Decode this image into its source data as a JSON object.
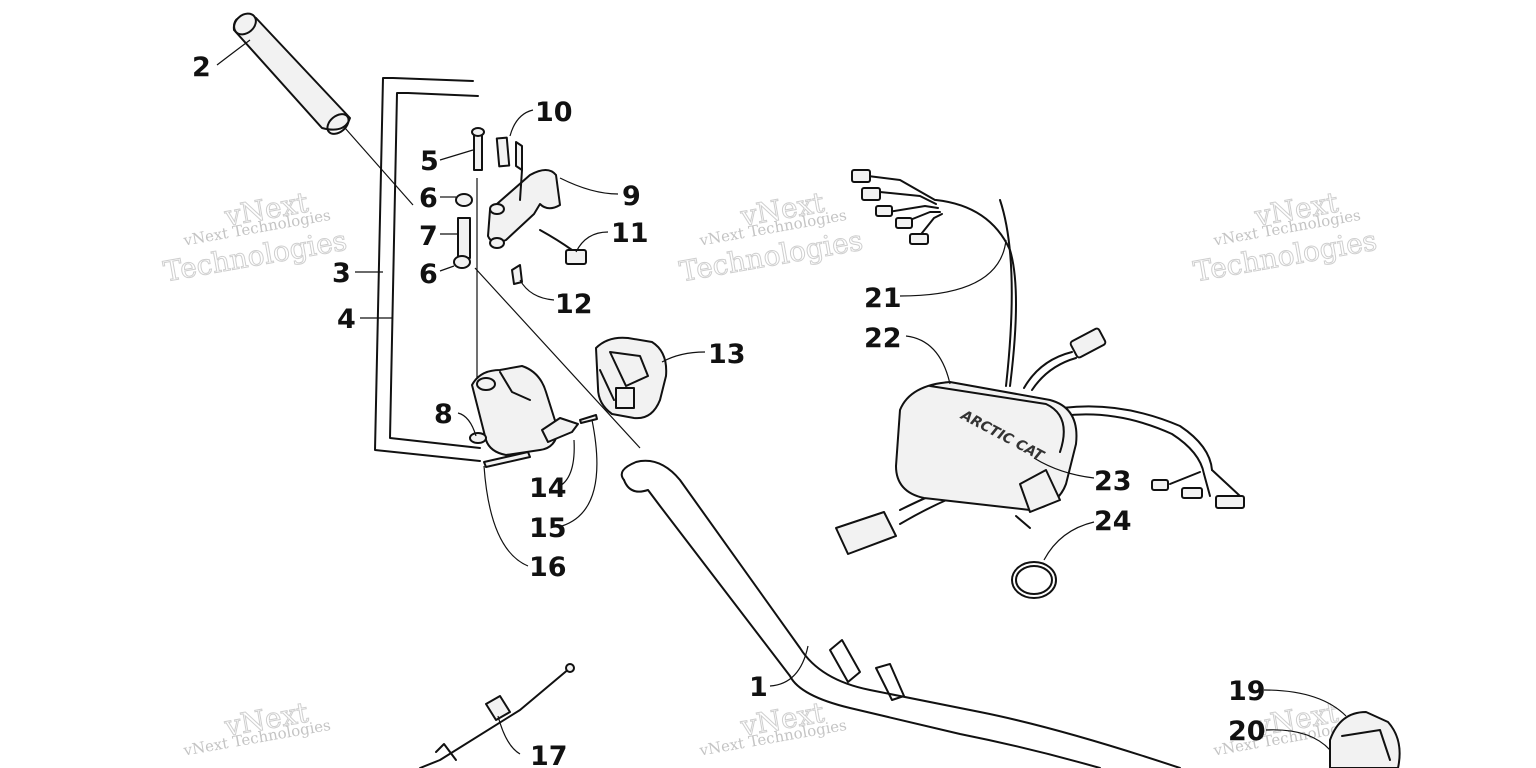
{
  "watermark": {
    "line1": "vNext Technologies",
    "line2": "vNext",
    "line3": "Technologies"
  },
  "callouts": [
    {
      "id": "1",
      "label": "1"
    },
    {
      "id": "2",
      "label": "2"
    },
    {
      "id": "3",
      "label": "3"
    },
    {
      "id": "4",
      "label": "4"
    },
    {
      "id": "5",
      "label": "5"
    },
    {
      "id": "6a",
      "label": "6"
    },
    {
      "id": "6b",
      "label": "6"
    },
    {
      "id": "7",
      "label": "7"
    },
    {
      "id": "8",
      "label": "8"
    },
    {
      "id": "9",
      "label": "9"
    },
    {
      "id": "10",
      "label": "10"
    },
    {
      "id": "11",
      "label": "11"
    },
    {
      "id": "12",
      "label": "12"
    },
    {
      "id": "13",
      "label": "13"
    },
    {
      "id": "14",
      "label": "14"
    },
    {
      "id": "15",
      "label": "15"
    },
    {
      "id": "16",
      "label": "16"
    },
    {
      "id": "17",
      "label": "17"
    },
    {
      "id": "19",
      "label": "19"
    },
    {
      "id": "20",
      "label": "20"
    },
    {
      "id": "21",
      "label": "21"
    },
    {
      "id": "22",
      "label": "22"
    },
    {
      "id": "23",
      "label": "23"
    },
    {
      "id": "24",
      "label": "24"
    }
  ],
  "logo_text": "ARCTIC CAT"
}
